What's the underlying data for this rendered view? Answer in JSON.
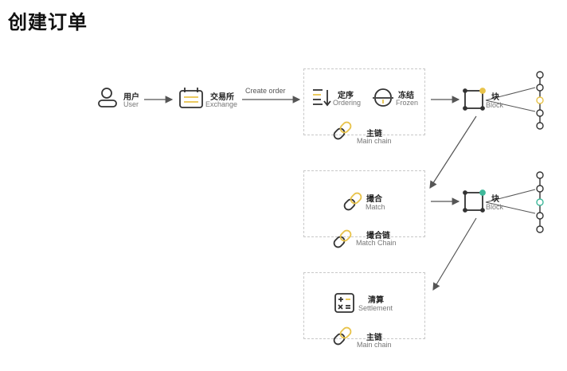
{
  "title": "创建订单",
  "nodes": {
    "user": {
      "cn": "用户",
      "en": "User",
      "icon": "user-icon"
    },
    "exchange": {
      "cn": "交易所",
      "en": "Exchange",
      "icon": "exchange-card-icon"
    },
    "ordering": {
      "cn": "定序",
      "en": "Ordering",
      "icon": "sort-list-icon"
    },
    "frozen": {
      "cn": "冻结",
      "en": "Frozen",
      "icon": "lock-icon"
    },
    "main_chain_1": {
      "cn": "主链",
      "en": "Main chain",
      "icon": "link-icon"
    },
    "block_1": {
      "cn": "块",
      "en": "Block",
      "icon": "block-square-icon"
    },
    "match": {
      "cn": "撮合",
      "en": "Match",
      "icon": "link-icon"
    },
    "match_chain": {
      "cn": "撮合链",
      "en": "Match Chain",
      "icon": "link-icon"
    },
    "block_2": {
      "cn": "块",
      "en": "Block",
      "icon": "block-square-icon"
    },
    "settlement": {
      "cn": "清算",
      "en": "Settlement",
      "icon": "calculator-icon"
    },
    "main_chain_2": {
      "cn": "主链",
      "en": "Main chain",
      "icon": "link-icon"
    }
  },
  "edges": {
    "exchange_to_ordering": {
      "label": "Create order"
    }
  },
  "colors": {
    "accent_yellow": "#e8c34a",
    "accent_green": "#3fb89a",
    "line": "#555555",
    "dashed_border": "#c8c8c8"
  }
}
